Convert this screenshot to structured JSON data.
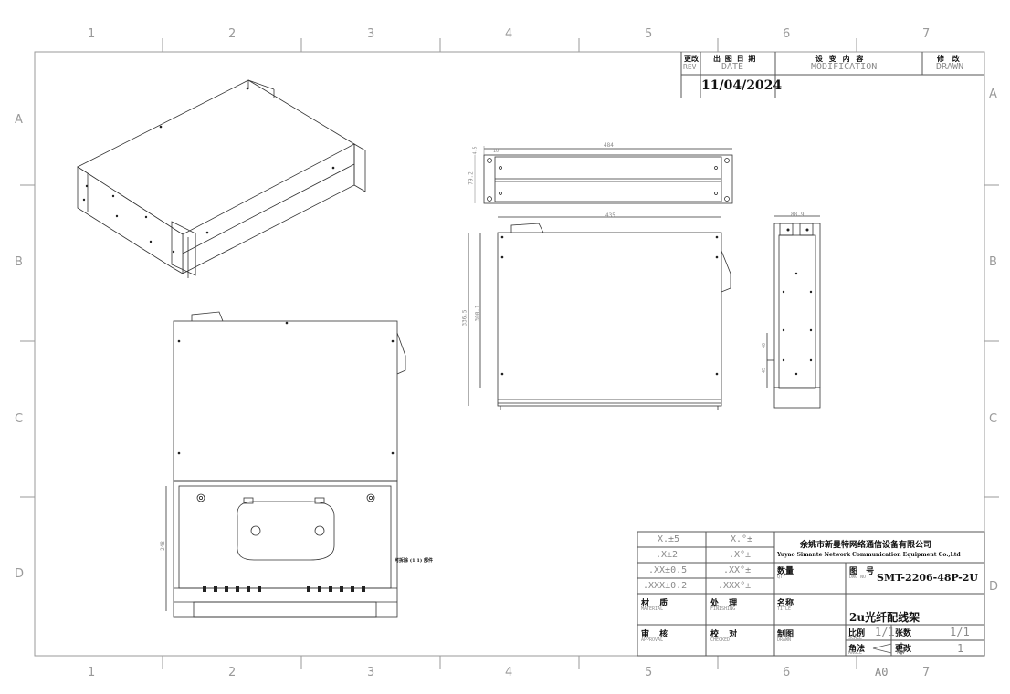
{
  "zones": {
    "top": [
      "1",
      "2",
      "3",
      "4",
      "5",
      "6",
      "7"
    ],
    "bottom": [
      "1",
      "2",
      "3",
      "4",
      "5",
      "6",
      "7"
    ],
    "left": [
      "A",
      "B",
      "C",
      "D"
    ],
    "right": [
      "A",
      "B",
      "C",
      "D"
    ]
  },
  "revision_block": {
    "rev_cn": "更改",
    "rev_en": "REV",
    "date_cn": "出 图 日 期",
    "date_en": "DATE",
    "mod_cn": "设 变 内 容",
    "mod_en": "MODIFICATION",
    "drawn_cn": "修 改",
    "drawn_en": "DRAWN",
    "date_value": "11/04/2024"
  },
  "tolerances": [
    [
      "X.±5",
      "X.°±"
    ],
    [
      ".X±2",
      ".X°±"
    ],
    [
      ".XX±0.5",
      ".XX°±"
    ],
    [
      ".XXX±0.2",
      ".XXX°±"
    ]
  ],
  "title_block": {
    "company_cn": "余姚市新曼特网络通信设备有限公司",
    "company_en": "Yuyao Simante Network Communication Equipment Co.,Ltd",
    "qty_cn": "数量",
    "qty_en": "QTY",
    "dwg_cn": "图 号",
    "dwg_en": "DWG NO",
    "dwg_no": "SMT-2206-48P-2U",
    "material_cn": "材 质",
    "material_en": "MATERIAL",
    "finish_cn": "处 理",
    "finish_en": "FINISHING",
    "title_cn": "名称",
    "title_en": "TITLE",
    "title_value": "2u光纤配线架",
    "approval_cn": "审 核",
    "approval_en": "APPROVAL",
    "checked_cn": "校 对",
    "checked_en": "CHECKED",
    "drawn_cn": "制图",
    "drawn_en": "DRAWN",
    "scale_cn": "比例",
    "scale_en": "SCALE",
    "scale_value": "1/1",
    "sheets_cn": "张数",
    "sheets_value": "1/1",
    "angle_cn": "角法",
    "angle_en": "ANGLE",
    "rev_cn": "更改",
    "rev_en": "REV",
    "rev_value": "1",
    "paper_size": "A0"
  },
  "dimensions": {
    "front_width": "484",
    "front_height": "79.2",
    "front_ear": "4.5",
    "front_ear2": "10",
    "top_width": "435",
    "top_depth_outer": "336.5",
    "top_depth_inner": "300.1",
    "side_width": "88.9",
    "side_h1": "40",
    "side_h2": "45",
    "tray_depth": "248",
    "note": "可拆除 (1:1) 部件"
  }
}
